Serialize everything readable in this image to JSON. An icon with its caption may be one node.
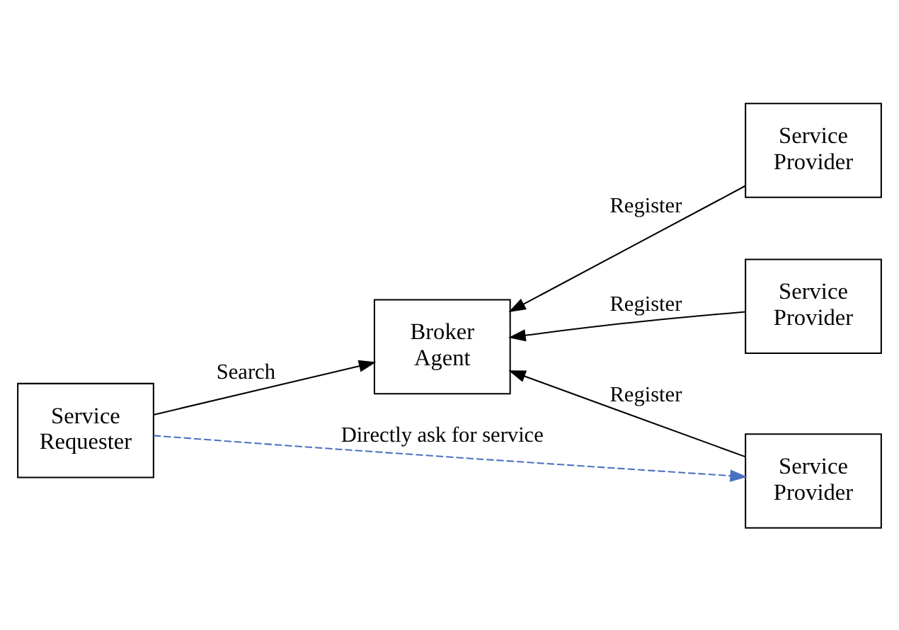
{
  "diagram": {
    "nodes": [
      {
        "text": [
          "Service Requester"
        ]
      },
      {
        "text": [
          "Broker Agent"
        ]
      },
      {
        "text": [
          "Service Provider"
        ]
      },
      {
        "text": [
          "Service Provider"
        ]
      },
      {
        "text": [
          "Service Provider"
        ]
      }
    ],
    "edges": [
      {
        "from": 0,
        "to": 1,
        "arrow": "to",
        "label": "Search"
      },
      {
        "from": 2,
        "to": 1,
        "arrow": "to",
        "label": "Register"
      },
      {
        "from": 3,
        "to": 1,
        "arrow": "to",
        "label": "Register"
      },
      {
        "from": 4,
        "to": 1,
        "arrow": "to",
        "label": "Register"
      },
      {
        "from": 0,
        "to": 4,
        "arrow": "to",
        "label": "Directly ask for service",
        "style": "dashed",
        "color": "#4a70c0"
      }
    ]
  }
}
